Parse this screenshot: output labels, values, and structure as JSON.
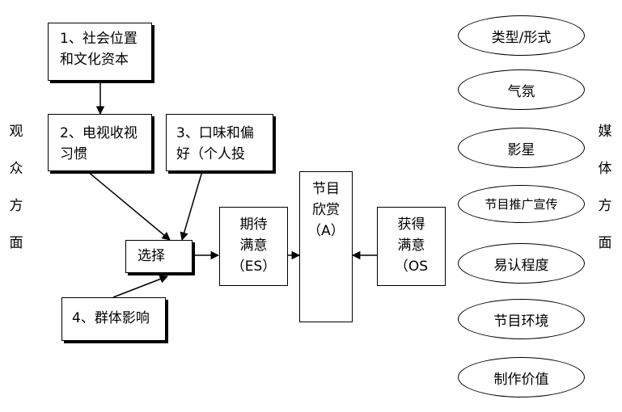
{
  "audience_label": [
    "观",
    "众",
    "方",
    "面"
  ],
  "media_label": [
    "媒",
    "体",
    "方",
    "面"
  ],
  "boxes": {
    "social_position": [
      "1、社会位置",
      "和文化资本"
    ],
    "tv_habits": [
      "2、电视收视",
      "习惯"
    ],
    "taste": [
      "3、口味和偏",
      "好（个人投"
    ],
    "choice": "选择",
    "group_influence": "4、群体影响",
    "expected_satisfaction": [
      "期待",
      "满意",
      "（ES）"
    ],
    "program_appreciation": [
      "节目",
      "欣赏",
      "（A）"
    ],
    "obtained_satisfaction": [
      "获得",
      "满意",
      "（OS"
    ]
  },
  "ovals": [
    "类型/形式",
    "气氛",
    "影星",
    "节目推广宣传",
    "易认程度",
    "节目环境",
    "制作价值"
  ]
}
